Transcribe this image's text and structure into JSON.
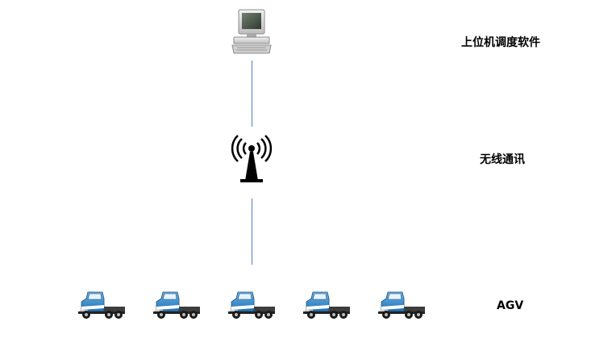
{
  "labels": {
    "host_software": "上位机调度软件",
    "wireless": "无线通讯",
    "agv": "AGV"
  },
  "nodes": {
    "host": {
      "icon": "computer-icon"
    },
    "wireless": {
      "icon": "antenna-icon"
    },
    "agv": {
      "icon": "truck-icon",
      "count": 5
    }
  },
  "colors": {
    "connector": "#4f81bd",
    "truck_body": "#3a8fd0",
    "label_text": "#000000"
  }
}
